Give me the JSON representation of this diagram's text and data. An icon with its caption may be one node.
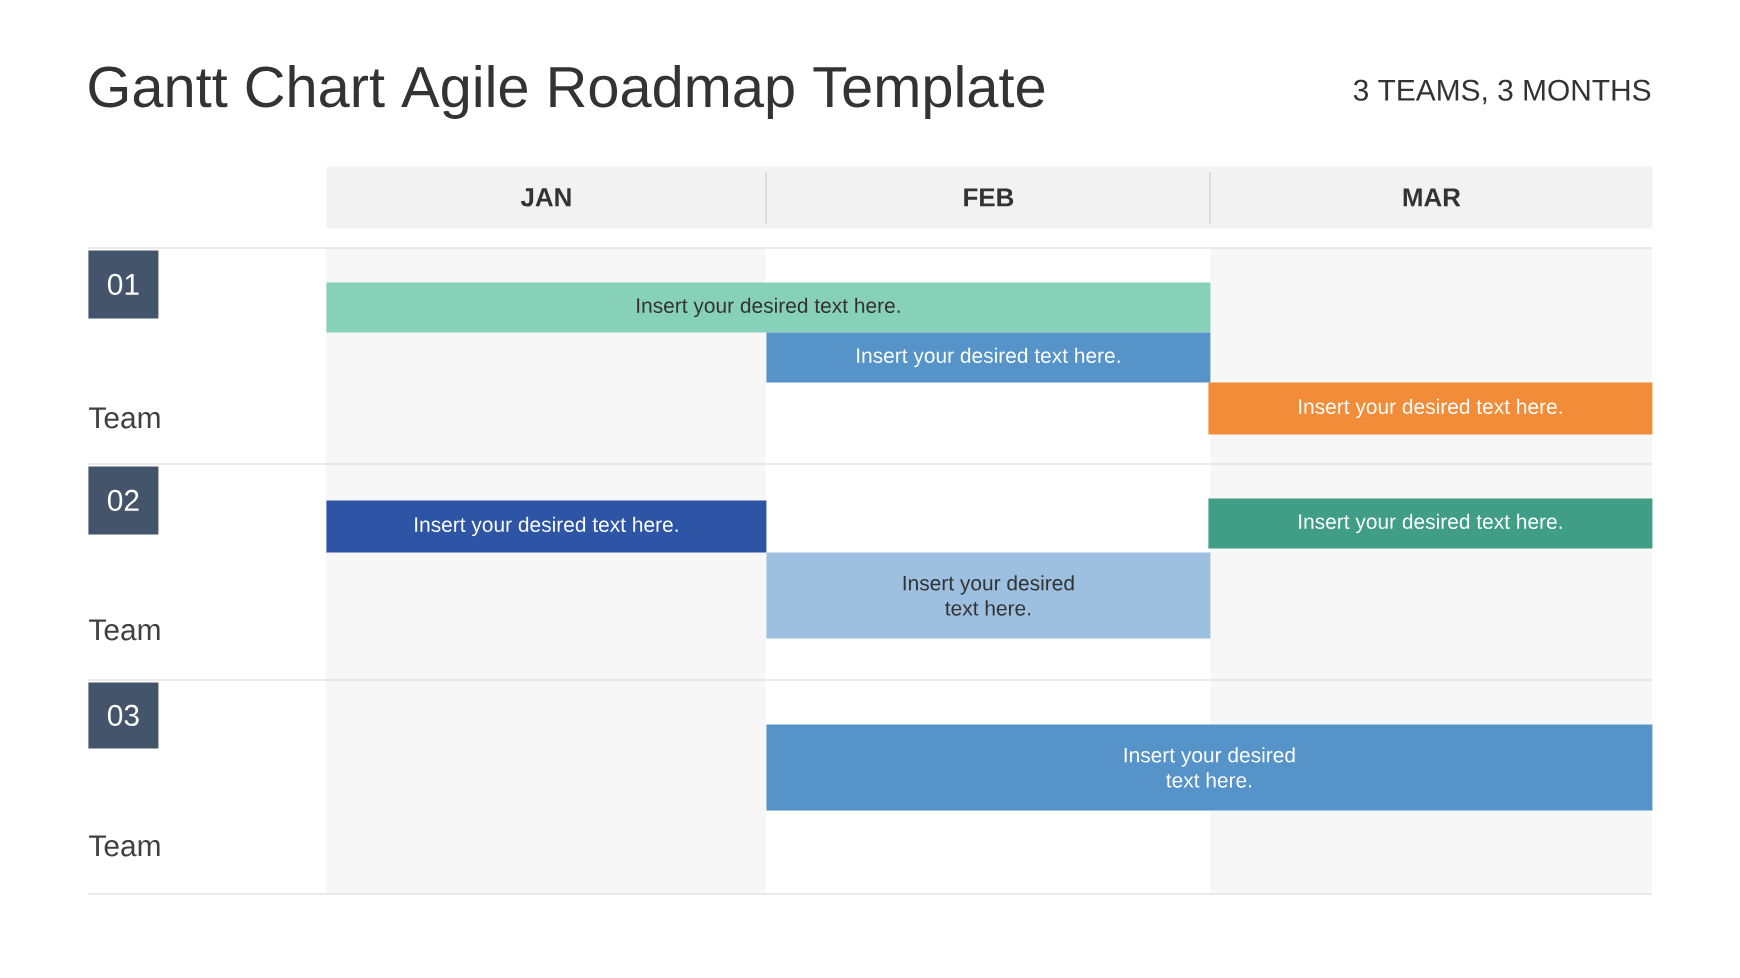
{
  "diagram": {
    "title": "Gantt Chart Agile Roadmap Template",
    "nodes": [
      {
        "text": [
          "JAN"
        ]
      },
      {
        "text": [
          "FEB"
        ]
      },
      {
        "text": [
          "MAR"
        ]
      },
      {
        "text": [
          "01"
        ]
      },
      {
        "text": [
          "Insert your desired text here."
        ]
      },
      {
        "text": [
          "Insert your desired text here."
        ]
      },
      {
        "text": [
          "Insert your desired text here."
        ]
      },
      {
        "text": [
          "02"
        ]
      },
      {
        "text": [
          "Insert your desired text here."
        ]
      },
      {
        "text": [
          "Insert your desired text here."
        ]
      },
      {
        "text": [
          "Insert your desired text here."
        ]
      },
      {
        "text": [
          "03"
        ]
      },
      {
        "text": [
          "Insert your desired text here."
        ]
      }
    ],
    "labels": [
      "3 TEAMS, 3 MONTHS",
      "Team",
      "Team",
      "Team"
    ]
  }
}
